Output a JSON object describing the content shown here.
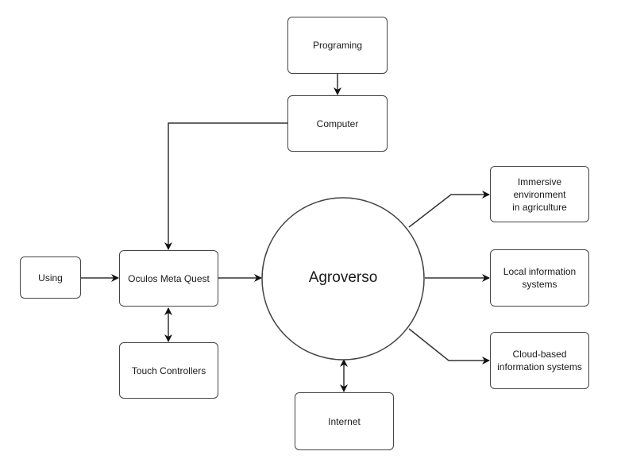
{
  "diagram": {
    "nodes": {
      "programing": "Programing",
      "computer": "Computer",
      "using": "Using",
      "oculus": "Oculos Meta Quest",
      "touch": "Touch Controllers",
      "agroverso": "Agroverso",
      "internet": "Internet",
      "immersive": "Immersive\nenvironment\nin agriculture",
      "local": "Local information\nsystems",
      "cloud": "Cloud-based\ninformation systems"
    },
    "edges": [
      {
        "from": "programing",
        "to": "computer",
        "type": "directed"
      },
      {
        "from": "computer",
        "to": "oculus",
        "type": "directed"
      },
      {
        "from": "using",
        "to": "oculus",
        "type": "directed"
      },
      {
        "from": "oculus",
        "to": "touch",
        "type": "bidirectional"
      },
      {
        "from": "oculus",
        "to": "agroverso",
        "type": "directed"
      },
      {
        "from": "agroverso",
        "to": "internet",
        "type": "bidirectional"
      },
      {
        "from": "agroverso",
        "to": "immersive",
        "type": "directed"
      },
      {
        "from": "agroverso",
        "to": "local",
        "type": "directed"
      },
      {
        "from": "agroverso",
        "to": "cloud",
        "type": "directed"
      }
    ]
  }
}
